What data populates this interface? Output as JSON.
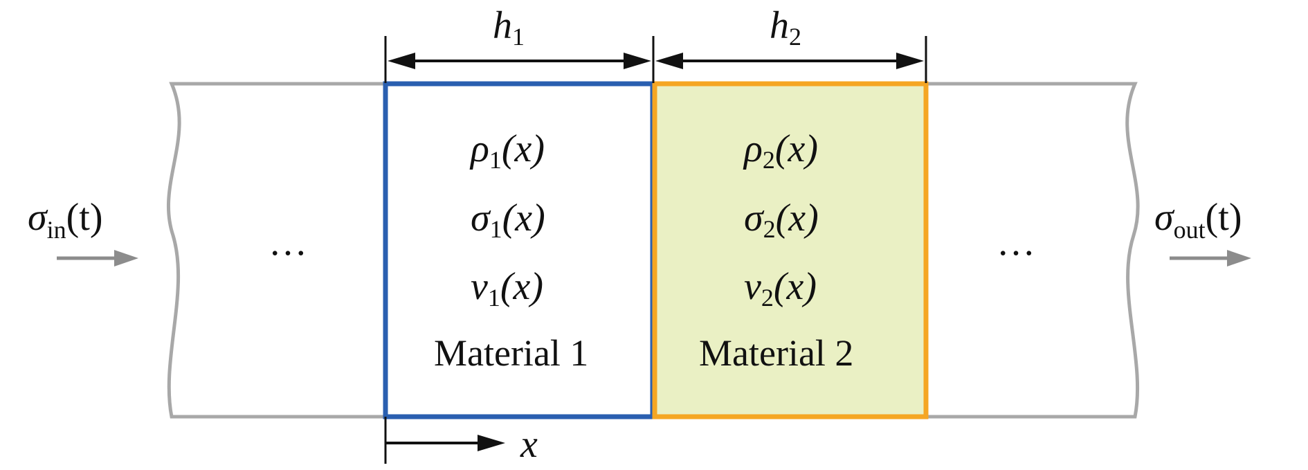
{
  "dimensions": {
    "h1": {
      "symbol": "h",
      "subscript": "1"
    },
    "h2": {
      "symbol": "h",
      "subscript": "2"
    }
  },
  "input": {
    "symbol": "σ",
    "subscript": "in",
    "arg": "(t)"
  },
  "output": {
    "symbol": "σ",
    "subscript": "out",
    "arg": "(t)"
  },
  "ellipsis_left": "…",
  "ellipsis_right": "…",
  "axis_label": "x",
  "materials": [
    {
      "vars": [
        {
          "symbol": "ρ",
          "subscript": "1",
          "arg": "(x)"
        },
        {
          "symbol": "σ",
          "subscript": "1",
          "arg": "(x)"
        },
        {
          "symbol": "v",
          "subscript": "1",
          "arg": "(x)"
        }
      ],
      "name": "Material 1",
      "border_color": "#2a5fb0",
      "fill_color": "#ffffff"
    },
    {
      "vars": [
        {
          "symbol": "ρ",
          "subscript": "2",
          "arg": "(x)"
        },
        {
          "symbol": "σ",
          "subscript": "2",
          "arg": "(x)"
        },
        {
          "symbol": "v",
          "subscript": "2",
          "arg": "(x)"
        }
      ],
      "name": "Material 2",
      "border_color": "#f5a623",
      "fill_color": "#eaf0c4"
    }
  ],
  "rod_color": "#a8a8a8",
  "arrow_color": "#8c8c8c"
}
